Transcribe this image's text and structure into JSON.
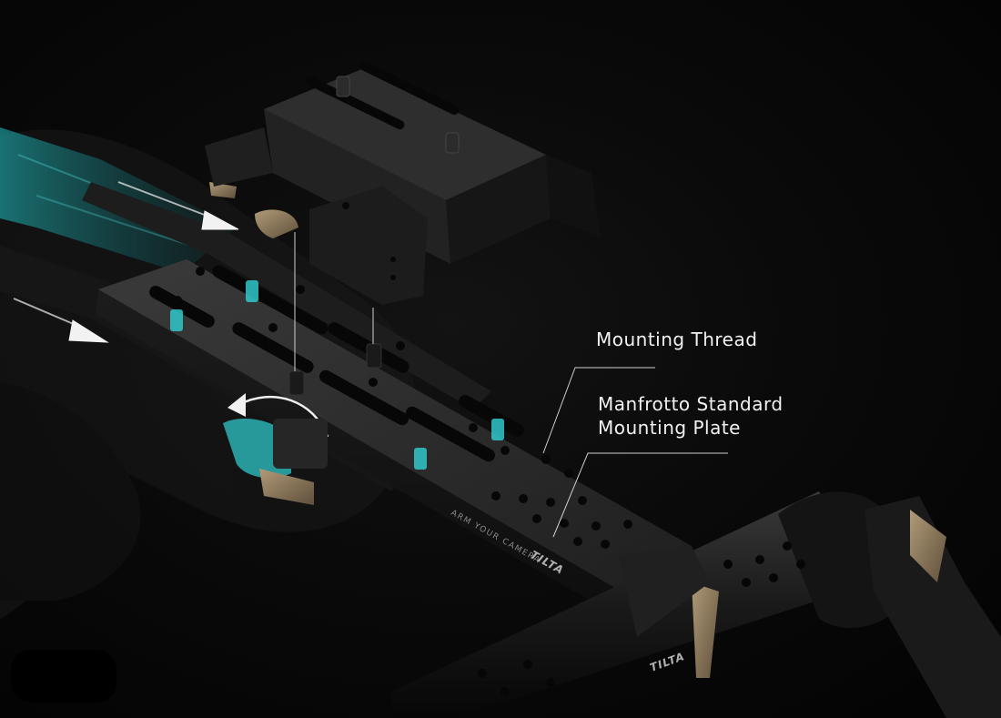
{
  "callouts": {
    "mounting_thread": "Mounting Thread",
    "plate_line1": "Manfrotto Standard",
    "plate_line2": "Mounting Plate"
  },
  "engravings": {
    "slogan": "ARM YOUR CAMERA",
    "brand_plate": "TILTA",
    "brand_handle": "TILTA"
  },
  "colors": {
    "background": "#050505",
    "metal": "#2a2a2a",
    "accent_teal": "#2fc7c9",
    "bronze": "#8a7558",
    "label_text": "#f2f2f2"
  }
}
